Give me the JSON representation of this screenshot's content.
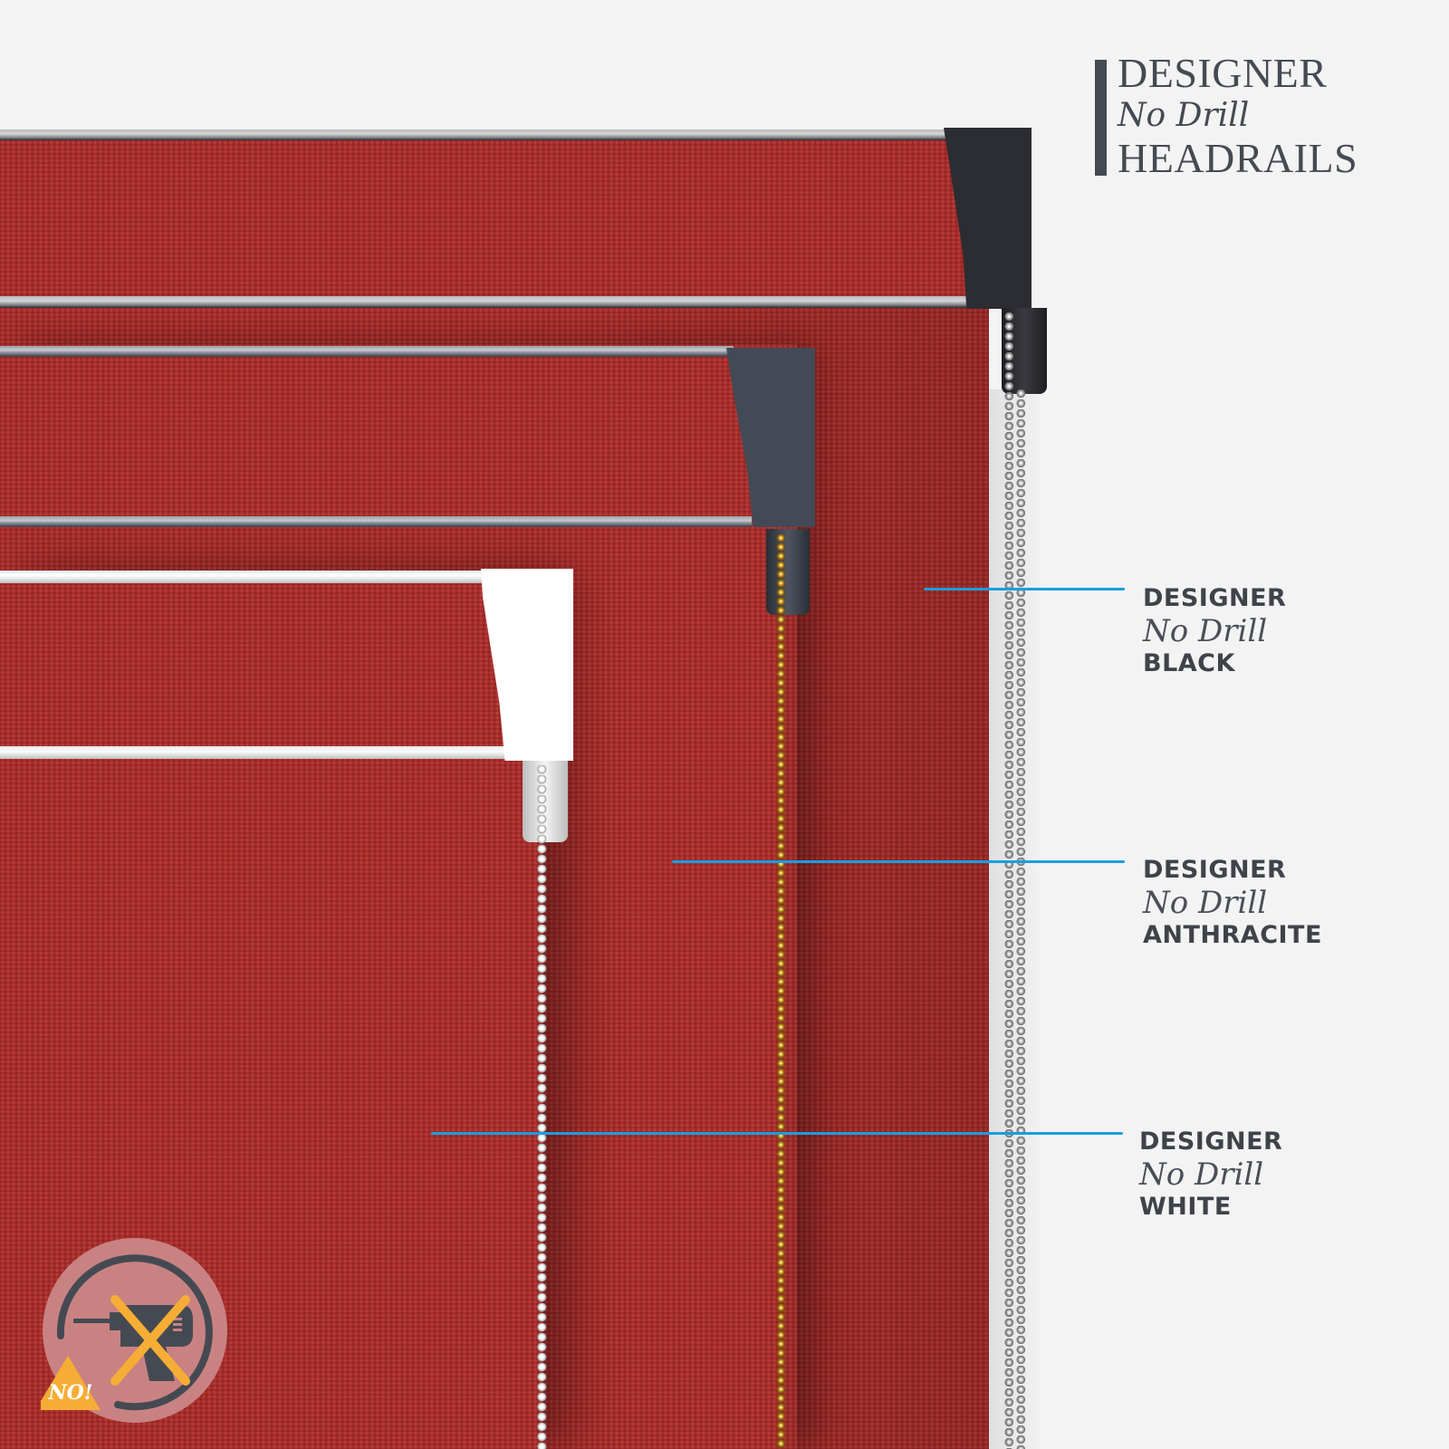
{
  "title": {
    "line1": "DESIGNER",
    "line2": "No Drill",
    "line3": "HEADRAILS",
    "bar_color": "#454a52"
  },
  "labels": [
    {
      "line1": "DESIGNER",
      "line2": "No Drill",
      "line3": "BLACK"
    },
    {
      "line1": "DESIGNER",
      "line2": "No Drill",
      "line3": "ANTHRACITE"
    },
    {
      "line1": "DESIGNER",
      "line2": "No Drill",
      "line3": "WHITE"
    }
  ],
  "badge": {
    "icon": "no-drill-icon",
    "warning_text": "NO!",
    "cross_color": "#f5ad35",
    "circle_color": "#c98282"
  },
  "colors": {
    "fabric": "#a32d2b",
    "pointer": "#1a9ee0",
    "background": "#f3f3f3",
    "headrail_black": "#2c2d32",
    "headrail_anthracite": "#444a55",
    "headrail_white": "#ffffff"
  }
}
